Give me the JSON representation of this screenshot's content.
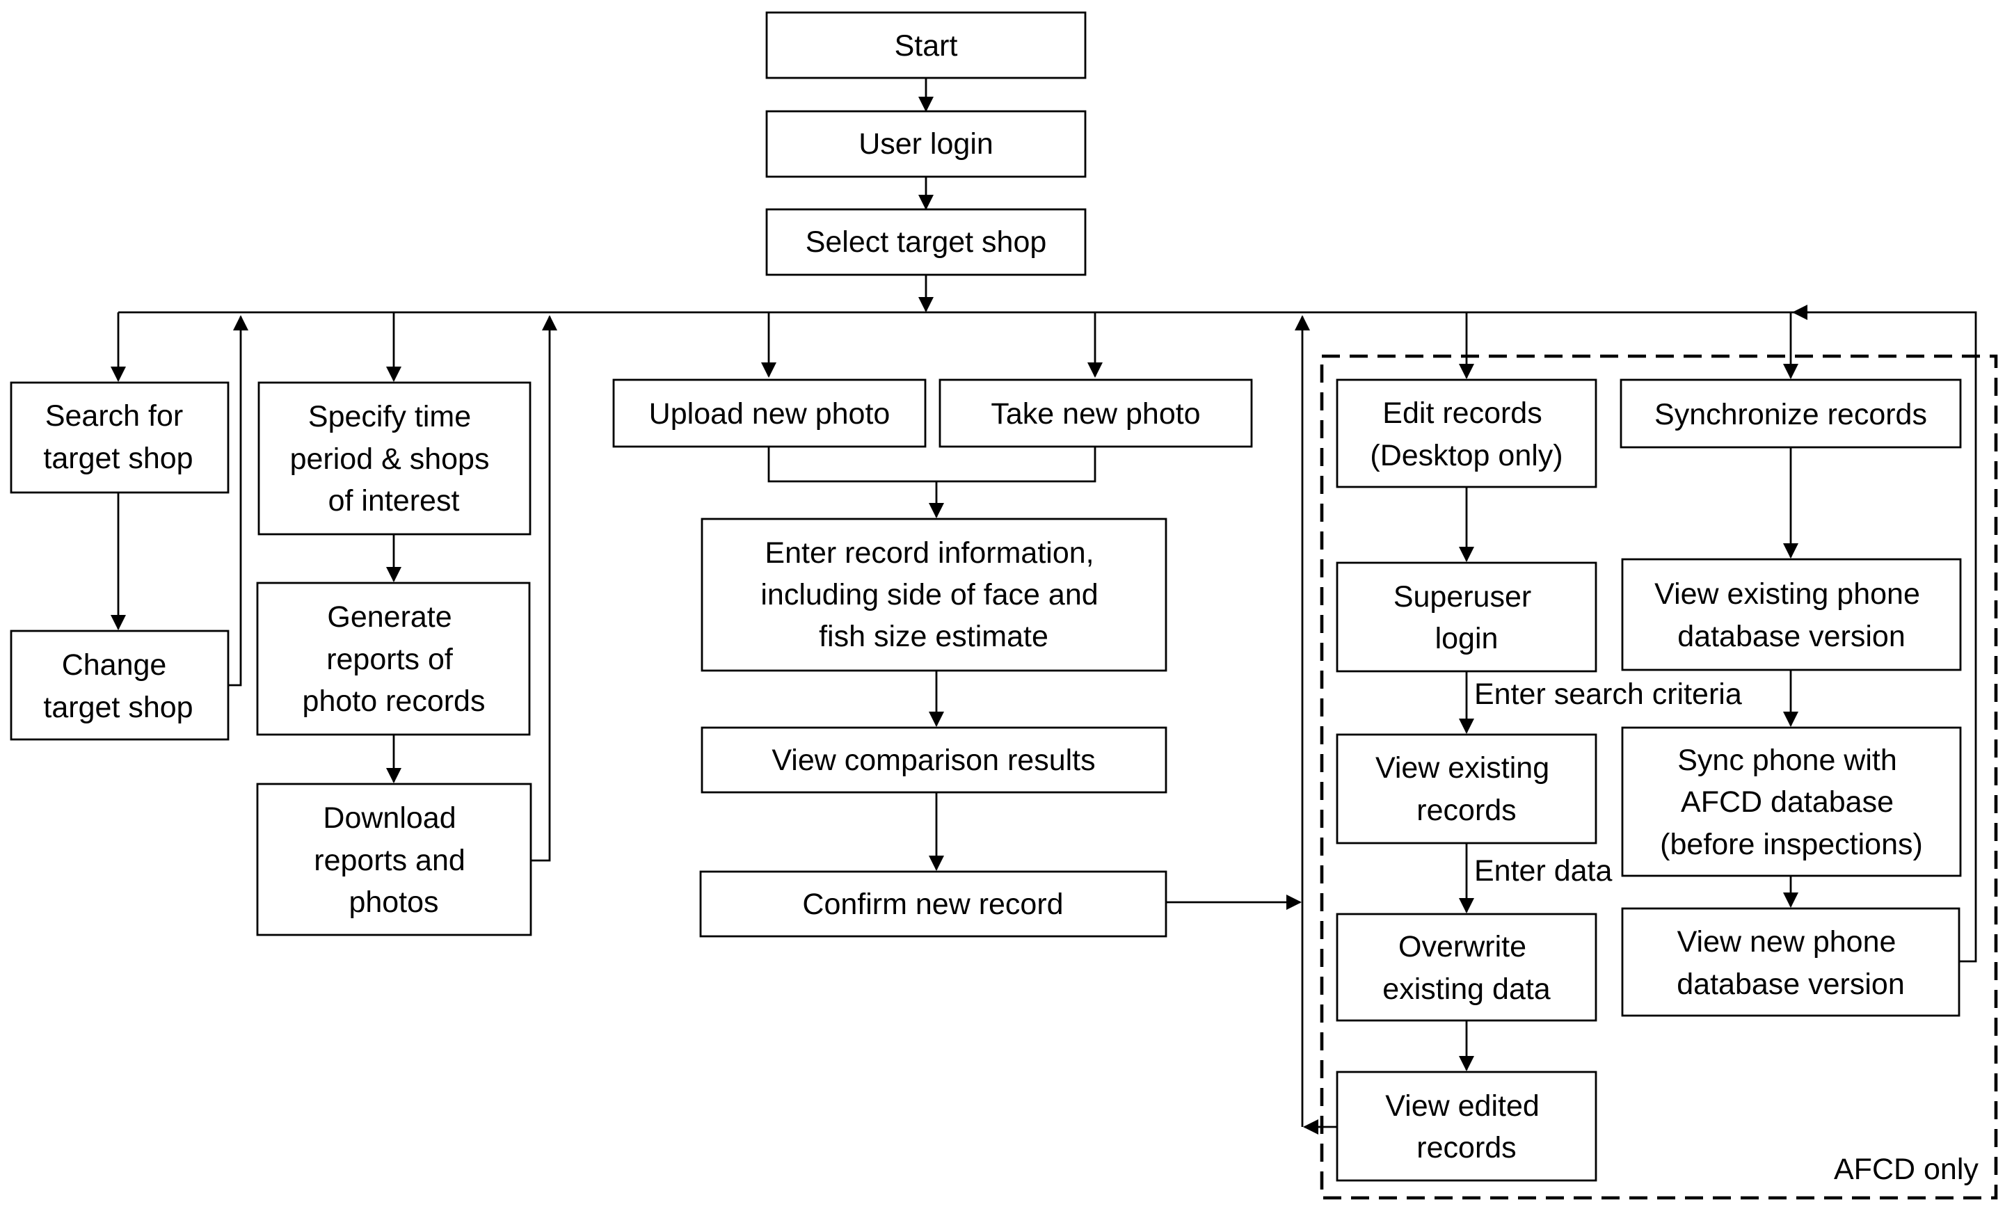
{
  "nodes": {
    "start": {
      "lines": [
        "Start"
      ]
    },
    "user_login": {
      "lines": [
        "User login"
      ]
    },
    "select_shop": {
      "lines": [
        "Select target shop"
      ]
    },
    "search_shop": {
      "lines": [
        "Search for",
        "target shop"
      ]
    },
    "change_shop": {
      "lines": [
        "Change",
        "target shop"
      ]
    },
    "specify_period": {
      "lines": [
        "Specify time",
        "period & shops",
        "of interest"
      ]
    },
    "generate_reports": {
      "lines": [
        "Generate",
        "reports of",
        "photo records"
      ]
    },
    "download_reports": {
      "lines": [
        "Download",
        "reports and",
        "photos"
      ]
    },
    "upload_photo": {
      "lines": [
        "Upload new photo"
      ]
    },
    "take_photo": {
      "lines": [
        "Take new photo"
      ]
    },
    "enter_record": {
      "lines": [
        "Enter record information,",
        "including side of face and",
        "fish size estimate"
      ]
    },
    "view_comparison": {
      "lines": [
        "View comparison results"
      ]
    },
    "confirm_record": {
      "lines": [
        "Confirm new record"
      ]
    },
    "edit_records": {
      "lines": [
        "Edit records",
        "(Desktop only)"
      ]
    },
    "superuser_login": {
      "lines": [
        "Superuser",
        "login"
      ]
    },
    "view_existing_records": {
      "lines": [
        "View existing",
        "records"
      ]
    },
    "overwrite_data": {
      "lines": [
        "Overwrite",
        "existing data"
      ]
    },
    "view_edited_records": {
      "lines": [
        "View edited",
        "records"
      ]
    },
    "sync_records": {
      "lines": [
        "Synchronize records"
      ]
    },
    "view_phone_db": {
      "lines": [
        "View existing phone",
        "database version"
      ]
    },
    "sync_phone": {
      "lines": [
        "Sync phone with",
        "AFCD database",
        "(before inspections)"
      ]
    },
    "view_new_phone_db": {
      "lines": [
        "View new phone",
        "database version"
      ]
    }
  },
  "edge_labels": {
    "enter_search_criteria": "Enter search criteria",
    "enter_data": "Enter data"
  },
  "region_label": "AFCD only"
}
